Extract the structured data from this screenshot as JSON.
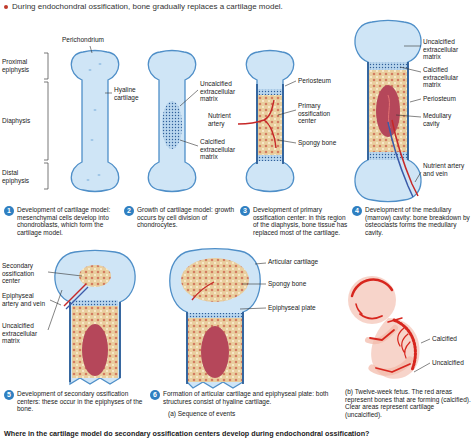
{
  "diagram": {
    "title": "During endochondral ossification, bone gradually replaces a cartilage model.",
    "caption": "Where in the cartilage model do secondary ossification centers develop during endochondral ossification?",
    "nodes": [
      {
        "text": [
          "1",
          "Development of cartilage model: mesenchymal cells develop into chondroblasts, which form the cartilage model."
        ]
      },
      {
        "text": [
          "2",
          "Growth of cartilage model: growth occurs by cell division of chondrocytes."
        ]
      },
      {
        "text": [
          "3",
          "Development of primary ossification center: in this region of the diaphysis, bone tissue has replaced most of the cartilage."
        ]
      },
      {
        "text": [
          "4",
          "Development of the medullary (marrow) cavity: bone breakdown by osteoclasts forms the medullary cavity."
        ]
      },
      {
        "text": [
          "5",
          "Development of secondary ossification centers: these occur in the epiphyses of the bone."
        ]
      },
      {
        "text": [
          "6",
          "Formation of articular cartilage and epiphyseal plate: both structures consist of hyaline cartilage."
        ]
      }
    ],
    "labels": [
      "Perichondrium",
      "Proximal epiphysis",
      "Diaphysis",
      "Distal epiphysis",
      "Hyaline cartilage",
      "Uncalcified extracellular matrix",
      "Calcified extracellular matrix",
      "Periosteum",
      "Nutrient artery",
      "Primary ossification center",
      "Spongy bone",
      "Uncalcified extracellular matrix",
      "Calcified extracellular matrix",
      "Periosteum",
      "Medullary cavity",
      "Nutrient artery and vein",
      "Secondary ossification center",
      "Epiphyseal artery and vein",
      "Uncalcified extracellular matrix",
      "Articular cartilage",
      "Spongy bone",
      "Epiphyseal plate",
      "(b) Twelve-week fetus. The red areas represent bones that are forming (calcified). Clear areas represent cartilage (uncalcified).",
      "Calcified",
      "Uncalcified",
      "(a) Sequence of events"
    ]
  }
}
